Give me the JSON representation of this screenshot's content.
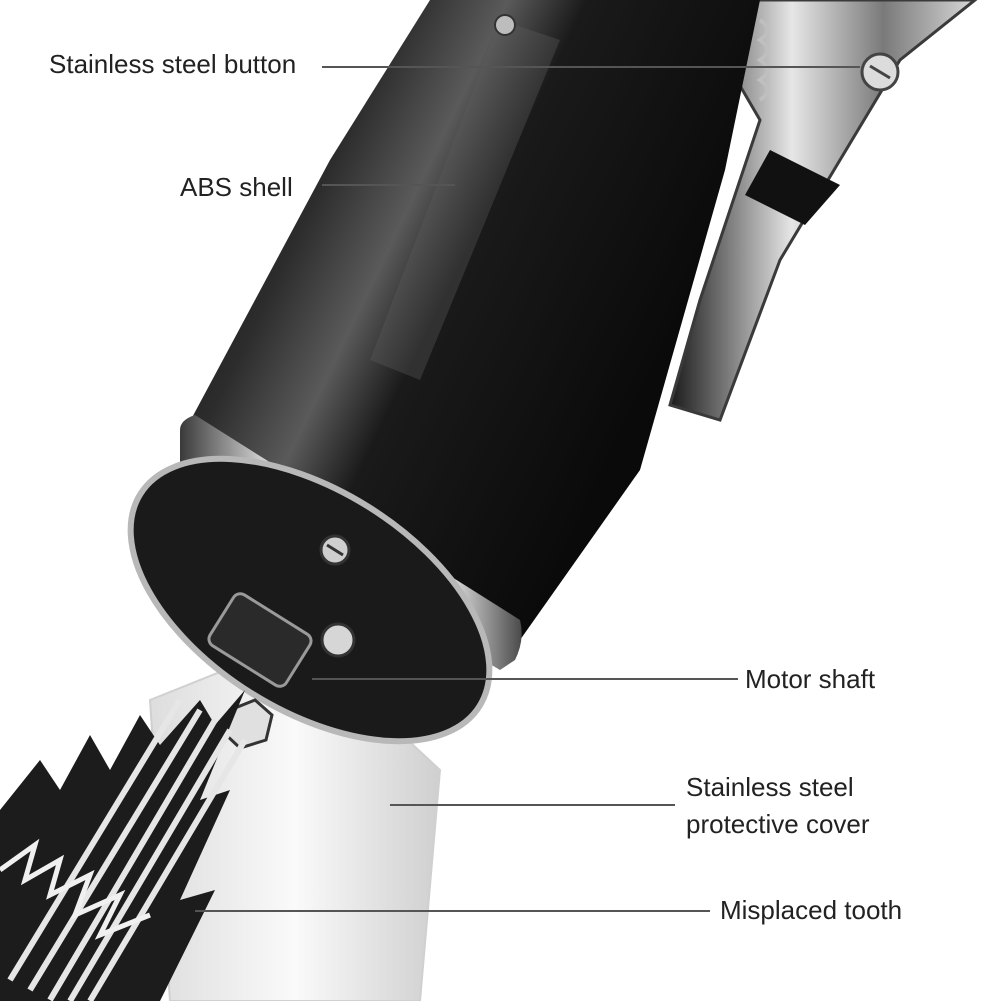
{
  "labels": {
    "button": "Stainless steel button",
    "shell": "ABS shell",
    "motor": "Motor shaft",
    "cover_line1": "Stainless steel",
    "cover_line2": "protective cover",
    "tooth": "Misplaced tooth"
  },
  "colors": {
    "shell": "#141414",
    "metal_light": "#e8e8e8",
    "metal_dark": "#6e6e6e",
    "guard": "#f2f2f2",
    "leader": "#555555",
    "text": "#222222"
  }
}
